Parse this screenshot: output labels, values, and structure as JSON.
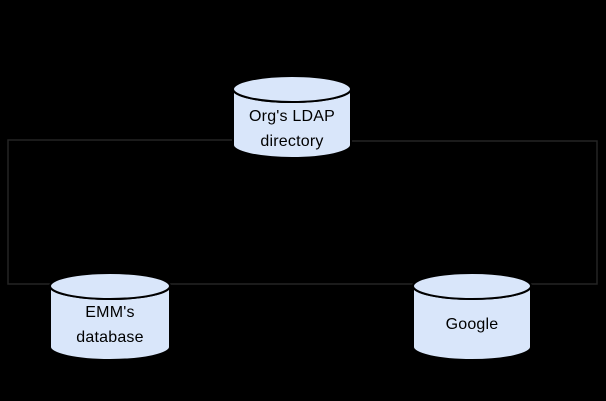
{
  "theme": {
    "background": "#000000",
    "node_fill": "#d9e6fa",
    "node_stroke": "#000000",
    "label_color": "#000000",
    "connector_color": "#242424"
  },
  "diagram": {
    "nodes": [
      {
        "id": "orgs-ldap-directory",
        "shape": "cylinder",
        "lines": [
          "Org's LDAP",
          "directory"
        ]
      },
      {
        "id": "emms-database",
        "shape": "cylinder",
        "lines": [
          "EMM's",
          "database"
        ]
      },
      {
        "id": "google",
        "shape": "cylinder",
        "lines": [
          "Google"
        ]
      }
    ],
    "connectors": [
      {
        "id": "ldap-to-emm",
        "from": "orgs-ldap-directory",
        "to": "emms-database",
        "style": "elbow-left"
      },
      {
        "id": "ldap-to-google",
        "from": "orgs-ldap-directory",
        "to": "google",
        "style": "elbow-right"
      },
      {
        "id": "emm-to-google",
        "from": "emms-database",
        "to": "google",
        "style": "straight"
      }
    ]
  }
}
